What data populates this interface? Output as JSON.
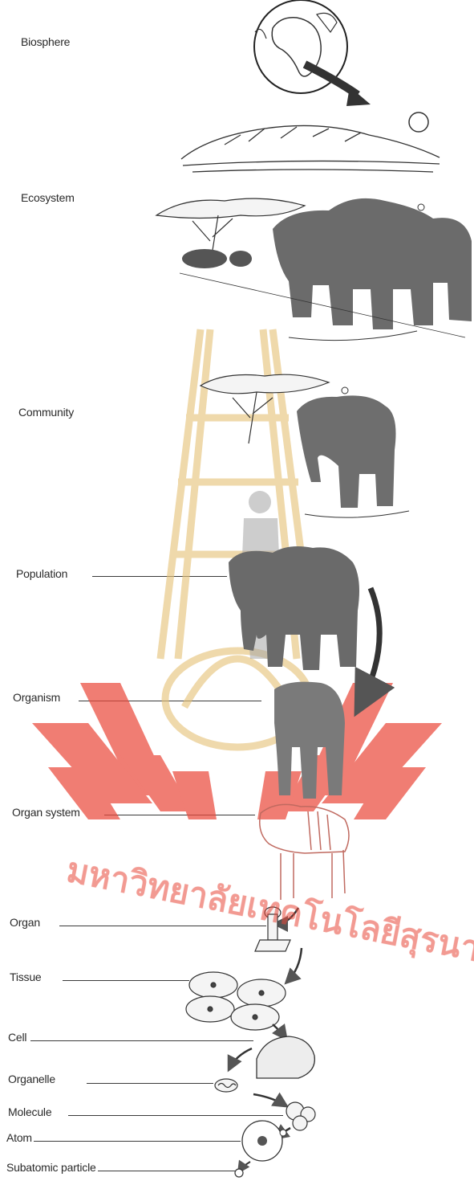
{
  "levels": {
    "biosphere": "Biosphere",
    "ecosystem": "Ecosystem",
    "community": "Community",
    "population": "Population",
    "organism": "Organism",
    "organ_system": "Organ system",
    "organ": "Organ",
    "tissue": "Tissue",
    "cell": "Cell",
    "organelle": "Organelle",
    "molecule": "Molecule",
    "atom": "Atom",
    "subatomic": "Subatomic particle"
  },
  "watermark": {
    "text": "มหาวิทยาลัยเทคโนโลยีสุรนารี",
    "colors": {
      "red": "#e8483a",
      "gold": "#e6c27a"
    }
  }
}
